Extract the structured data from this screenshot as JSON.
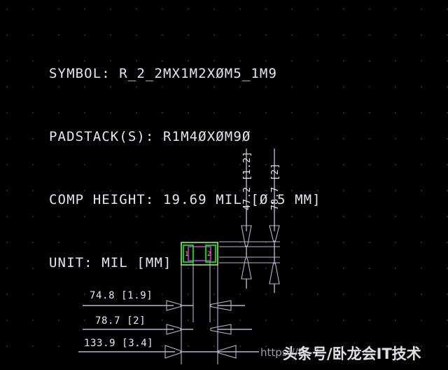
{
  "header": {
    "line1": "SYMBOL: R_2_2MX1M2XØM5_1M9",
    "line2": "PADSTACK(S): R1M4ØXØM9Ø",
    "line3": "COMP HEIGHT: 19.69 MIL [Ø.5 MM]",
    "line4": "UNIT: MIL [MM]"
  },
  "dimensions": {
    "vertical": [
      {
        "id": "v1",
        "label": "47.2 [1.2]"
      },
      {
        "id": "v2",
        "label": "78.7 [2]"
      }
    ],
    "horizontal": [
      {
        "id": "h1",
        "label": "74.8 [1.9]"
      },
      {
        "id": "h2",
        "label": "78.7 [2]"
      },
      {
        "id": "h3",
        "label": "133.9 [3.4]"
      }
    ]
  },
  "footprint": {
    "pin1_label": "1",
    "pin2_label": "2",
    "pad_color": "#00ff22",
    "body_color": "#cc33cc",
    "outline_color": "#8cf25a",
    "pin_text_color": "#d8c83a"
  },
  "colors": {
    "background": "#000000",
    "grid_dot": "#3a3a48",
    "dimension_line": "#b6b6c8",
    "text": "#e8e8f2"
  },
  "watermark": {
    "url": "https://b       .   /",
    "chinese": "头条号/卧龙会IT技术"
  }
}
